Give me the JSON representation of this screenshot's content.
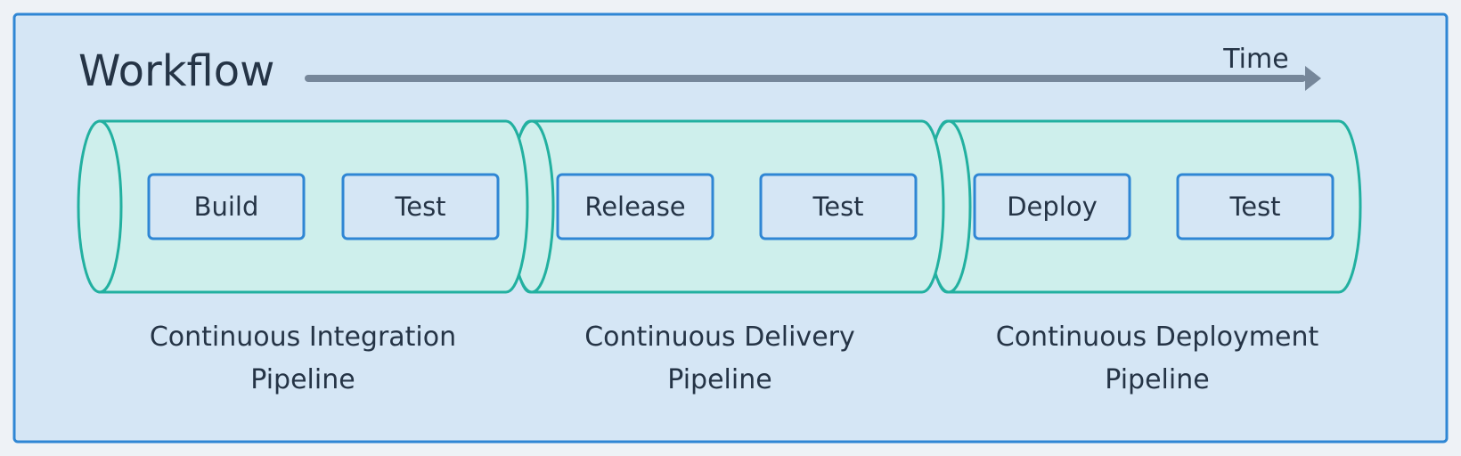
{
  "title": "Workflow",
  "time_label": "Time",
  "stages": [
    {
      "steps": [
        "Build",
        "Test"
      ],
      "caption_lines": [
        "Continuous Integration",
        "Pipeline"
      ]
    },
    {
      "steps": [
        "Release",
        "Test"
      ],
      "caption_lines": [
        "Continuous Delivery",
        "Pipeline"
      ]
    },
    {
      "steps": [
        "Deploy",
        "Test"
      ],
      "caption_lines": [
        "Continuous Deployment",
        "Pipeline"
      ]
    }
  ],
  "colors": {
    "frame_fill": "#d5e6f5",
    "frame_border": "#2f86d4",
    "pipeline_fill": "#ceefec",
    "pipeline_border": "#22b0a0",
    "arrow": "#76879a",
    "text": "#253446"
  }
}
